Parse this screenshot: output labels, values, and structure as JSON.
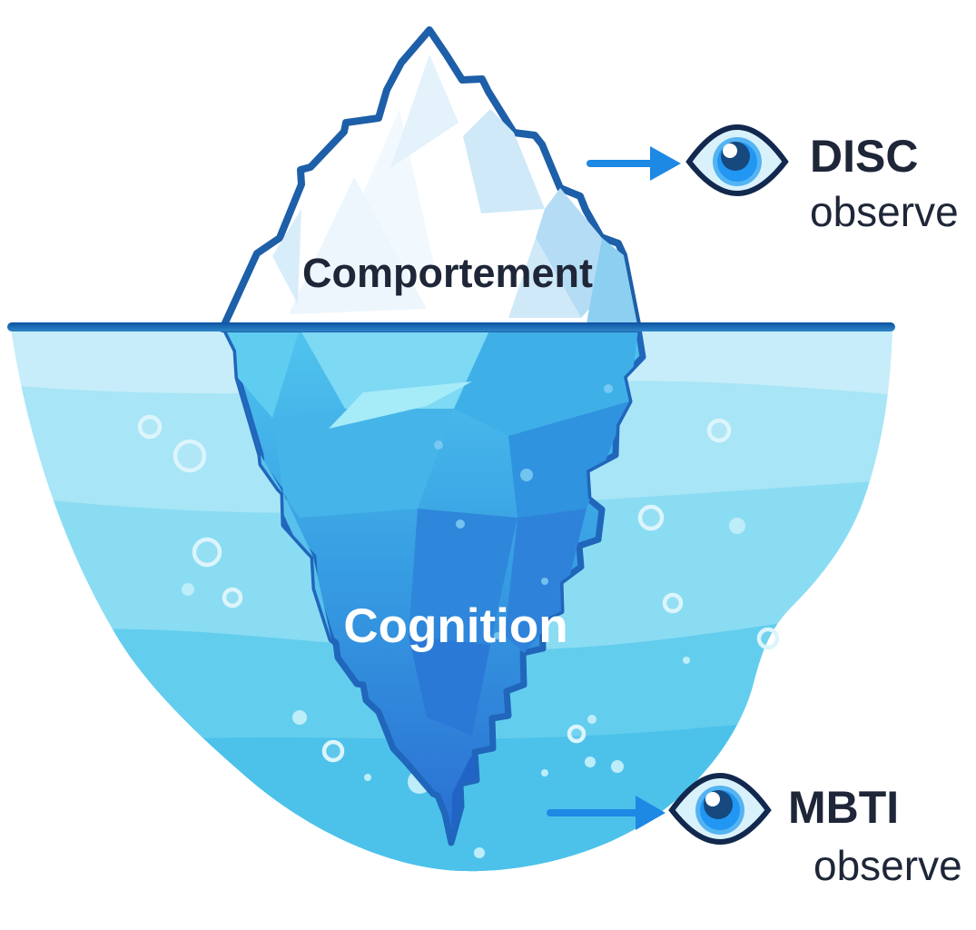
{
  "diagram": {
    "type": "iceberg-concept-diagram",
    "above_water_label": "Comportement",
    "below_water_label": "Cognition",
    "annotations": {
      "disc": {
        "label": "DISC",
        "sublabel": "observe",
        "pointer_icon": "arrow-right-icon",
        "observer_icon": "eye-icon"
      },
      "mbti": {
        "label": "MBTI",
        "sublabel": "observe",
        "pointer_icon": "arrow-right-icon",
        "observer_icon": "eye-icon"
      }
    }
  },
  "palette": {
    "background": "#ffffff",
    "label_dark": "#1e2638",
    "label_light": "#ffffff",
    "arrow_blue": "#1e88e5",
    "waterline_top": "#0d52a2",
    "waterline_bottom": "#2e86c8",
    "outline_above": "#1d5fa8",
    "outline_below": "#2066bb",
    "ice_above_fill": "#ffffff",
    "ice_below_top": "#50c4ee",
    "ice_below_mid": "#379fe3",
    "ice_below_bottom": "#2a6ed2",
    "water_band_1": "#c6edf9",
    "water_band_2": "#a8e5f6",
    "water_band_3": "#8adcf3",
    "water_band_4": "#63cdee",
    "water_band_5": "#4cc2ea",
    "bubble_ring": "#dcf5fc",
    "bubble_solid": "#bdedf9",
    "eye_outline": "#12284e",
    "eye_sclera": "#d9f1fb",
    "eye_iris_outer": "#54b4f2",
    "eye_iris": "#2196f3",
    "eye_pupil": "#17497e"
  }
}
